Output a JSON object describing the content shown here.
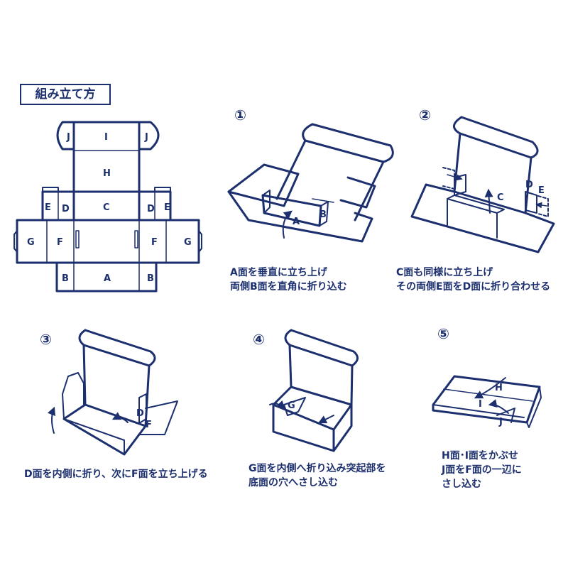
{
  "title": "組み立て方",
  "net": {
    "labels": {
      "a": "A",
      "b": "B",
      "c": "C",
      "d": "D",
      "e": "E",
      "f": "F",
      "g": "G",
      "h": "H",
      "i": "I",
      "j": "J"
    }
  },
  "steps": [
    {
      "number": "①",
      "caption": [
        "A面を垂直に立ち上げ",
        "両側B面を直角に折り込む"
      ]
    },
    {
      "number": "②",
      "caption": [
        "C面も同様に立ち上げ",
        "その両側E面をD面に折り合わせる"
      ]
    },
    {
      "number": "③",
      "caption": [
        "D面を内側に折り、次にF面を立ち上げる"
      ]
    },
    {
      "number": "④",
      "caption": [
        "G面を内側へ折り込み突起部を",
        "底面の穴へさし込む"
      ]
    },
    {
      "number": "⑤",
      "caption": [
        "H面･I面をかぶせ",
        "J面をF面の一辺に",
        "さし込む"
      ]
    }
  ],
  "colors": {
    "line": "#1c2f6e",
    "background": "#ffffff"
  }
}
